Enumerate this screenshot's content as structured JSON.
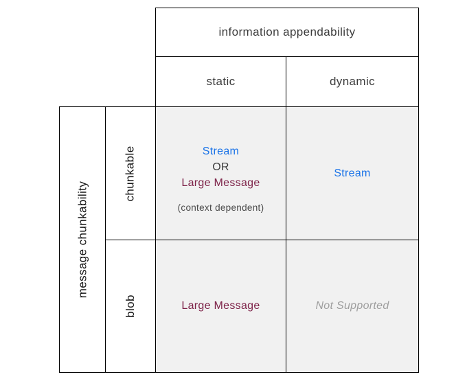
{
  "matrix": {
    "column_axis": {
      "title": "information appendability",
      "columns": [
        "static",
        "dynamic"
      ]
    },
    "row_axis": {
      "title": "message chunkability",
      "rows": [
        "chunkable",
        "blob"
      ]
    },
    "cells": {
      "chunkable_static": {
        "option1": "Stream",
        "connector": "OR",
        "option2": "Large Message",
        "note": "(context dependent)"
      },
      "chunkable_dynamic": {
        "value": "Stream"
      },
      "blob_static": {
        "value": "Large Message"
      },
      "blob_dynamic": {
        "value": "Not Supported"
      }
    },
    "colors": {
      "stream": "#1a73e8",
      "large_message": "#7d2248",
      "not_supported": "#9e9e9e",
      "header_text": "#3c3c3c",
      "note_text": "#4a4a4a",
      "cell_bg": "#f1f1f1",
      "border": "#000000"
    }
  }
}
